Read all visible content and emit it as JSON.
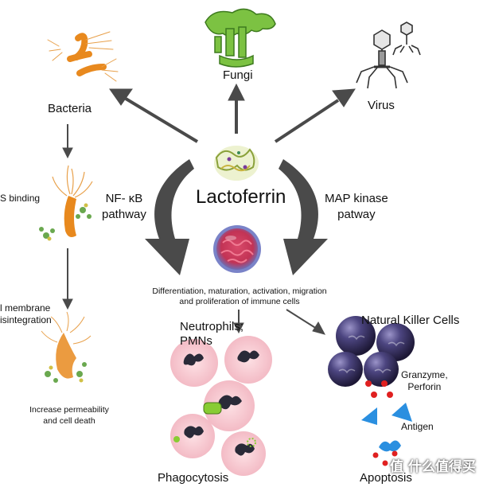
{
  "center": {
    "title": "Lactoferrin"
  },
  "targets": {
    "bacteria": "Bacteria",
    "fungi": "Fungi",
    "virus": "Virus"
  },
  "pathways": {
    "left": [
      "NF- κB",
      "pathway"
    ],
    "right": [
      "MAP kinase",
      "patway"
    ]
  },
  "immune_caption": [
    "Differentiation, maturation, activation, migration",
    "and proliferation of immune cells"
  ],
  "bacteria_steps": {
    "binding": "S binding",
    "membrane": [
      "l membrane",
      "isintegration"
    ],
    "death": [
      "Increase permeability",
      "and cell death"
    ]
  },
  "neutrophils": {
    "title": [
      "Neutrophils;",
      "PMNs"
    ],
    "outcome": "Phagocytosis"
  },
  "nk": {
    "title": "Natural Killer Cells",
    "granzyme": [
      "Granzyme,",
      "Perforin"
    ],
    "antigen": "Antigen",
    "outcome": "Apoptosis"
  },
  "watermark": "值 什么值得买",
  "colors": {
    "arrow": "#4a4a4a",
    "bacteria": "#e8891e",
    "fungi": "#7cc242",
    "nk_cell": "#3b3464",
    "neutrophil": "#f6c8cf",
    "granzyme": "#e02020",
    "antigen": "#2a8fe0",
    "phago_target": "#88cc33"
  }
}
